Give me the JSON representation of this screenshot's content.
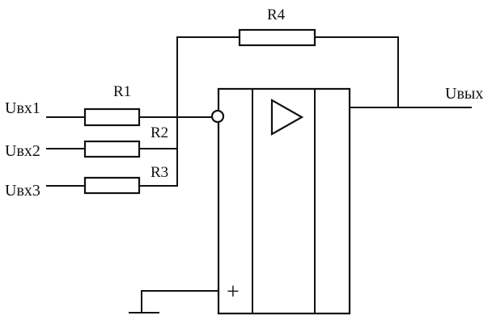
{
  "circuit": {
    "inputs": [
      {
        "label": "Uвх1"
      },
      {
        "label": "Uвх2"
      },
      {
        "label": "Uвх3"
      }
    ],
    "output": {
      "label": "Uвых"
    },
    "resistors": {
      "r1": "R1",
      "r2": "R2",
      "r3": "R3",
      "r4": "R4"
    },
    "noninverting_symbol": "+"
  }
}
